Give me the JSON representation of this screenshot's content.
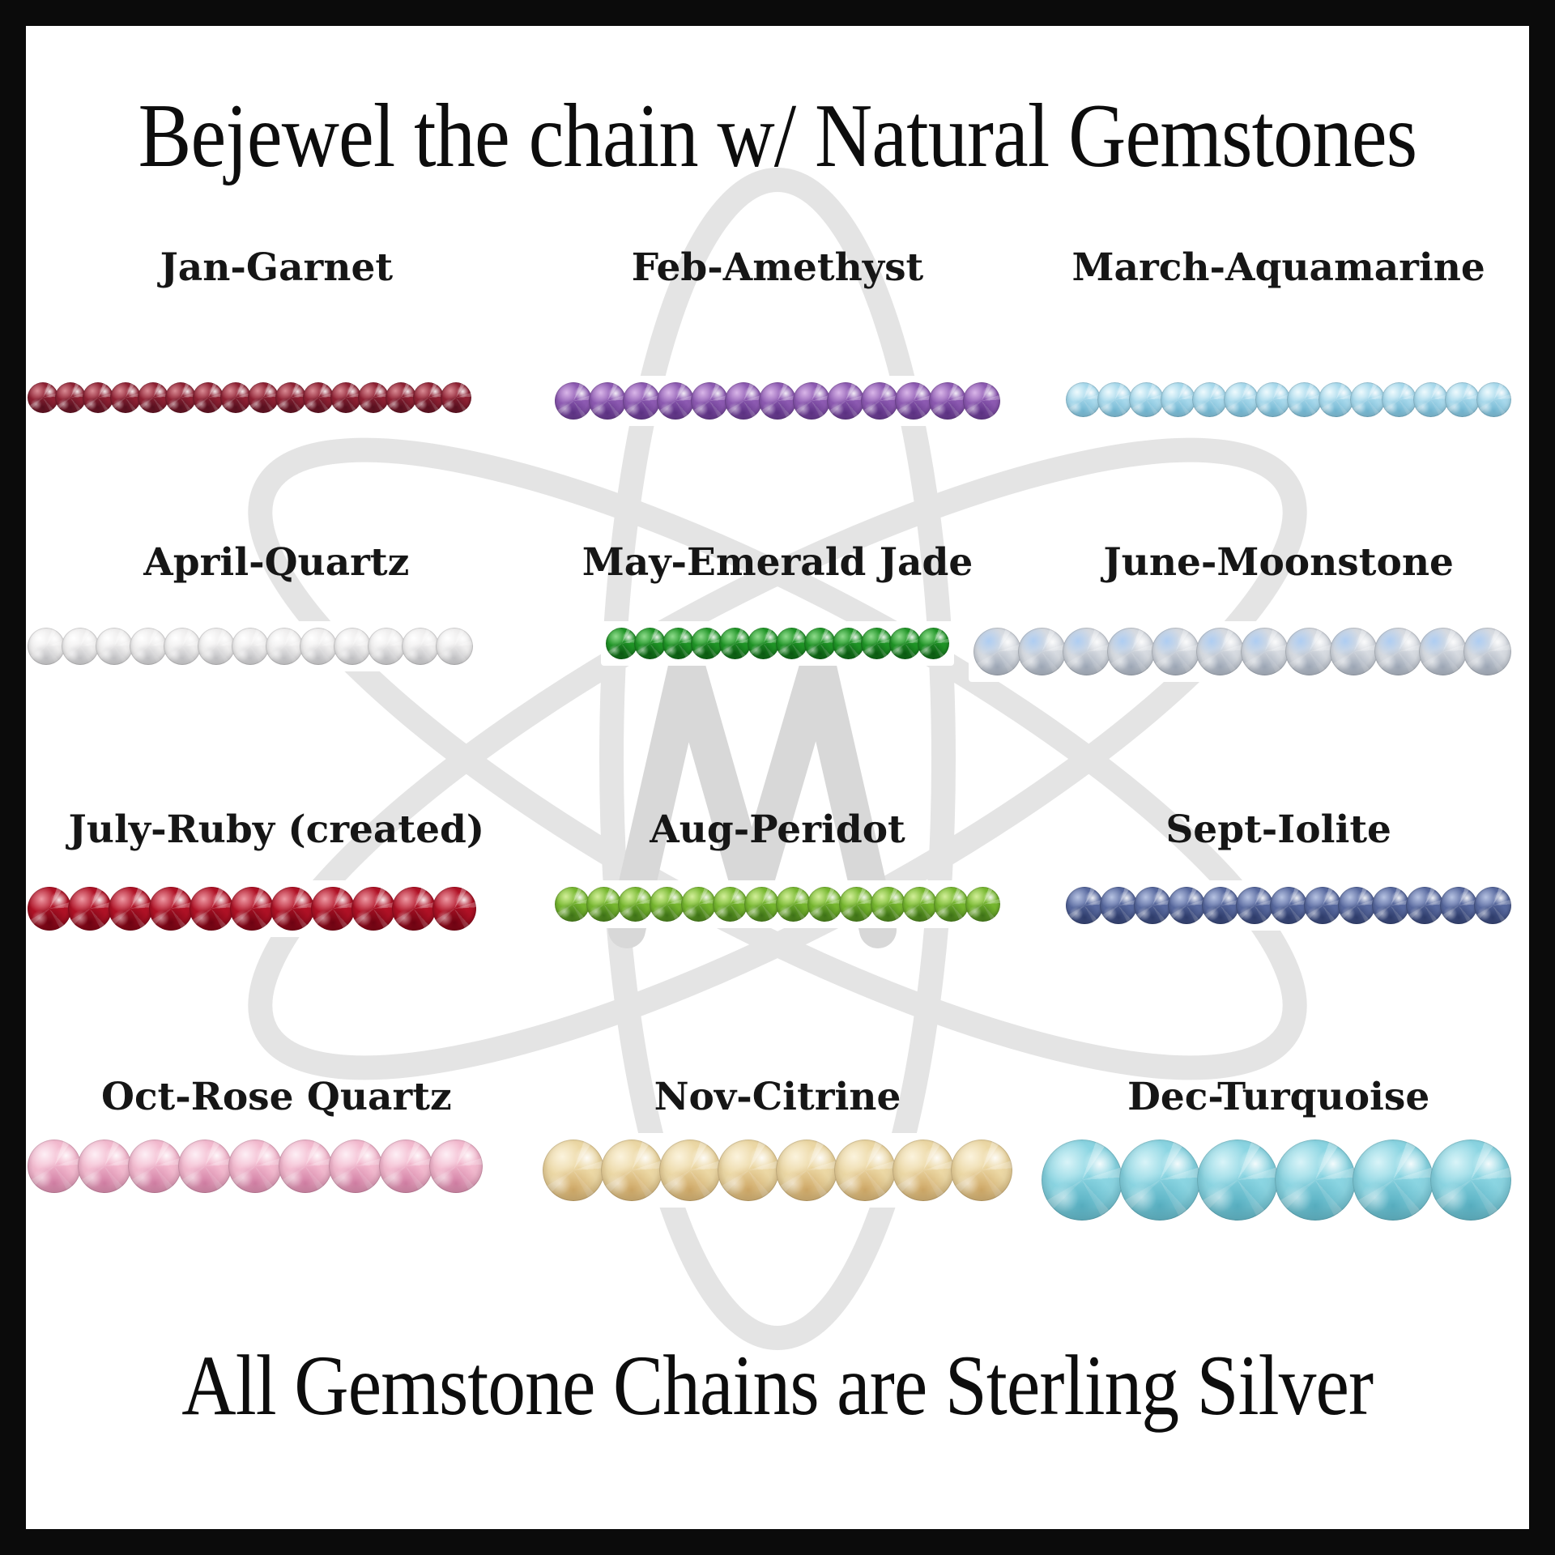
{
  "title": "Bejewel the chain w/ Natural Gemstones",
  "footer": "All Gemstone Chains are Sterling Silver",
  "watermark": {
    "letter": "M",
    "orbit_color": "#e4e4e4",
    "letter_color": "#d8d8d8"
  },
  "colors": {
    "background": "#ffffff",
    "border": "#0b0b0b",
    "text": "#0d0d0d"
  },
  "gemstones": [
    {
      "label": "Jan-Garnet",
      "bead_count": 16,
      "bead_size": 38,
      "base": "#8e2133",
      "dark": "#56101f",
      "light": "#d98b94"
    },
    {
      "label": "Feb-Amethyst",
      "bead_count": 13,
      "bead_size": 46,
      "base": "#8d5ab2",
      "dark": "#5c3184",
      "light": "#d9b6e8"
    },
    {
      "label": "March-Aquamarine",
      "bead_count": 14,
      "bead_size": 43,
      "base": "#a8d9ec",
      "dark": "#73b7d2",
      "light": "#eefafd"
    },
    {
      "label": "April-Quartz",
      "bead_count": 13,
      "bead_size": 46,
      "base": "#efeeee",
      "dark": "#c3c3c6",
      "light": "#ffffff"
    },
    {
      "label": "May-Emerald Jade",
      "bead_count": 12,
      "bead_size": 39,
      "base": "#1f9426",
      "dark": "#0b5a12",
      "light": "#90dc8d"
    },
    {
      "label": "June-Moonstone",
      "bead_count": 12,
      "bead_size": 59,
      "base": "#d7dbe1",
      "dark": "#9fa9b8",
      "light": "#aecdf2"
    },
    {
      "label": "July-Ruby (created)",
      "bead_count": 11,
      "bead_size": 54,
      "base": "#b01226",
      "dark": "#6f0312",
      "light": "#ee9aa4"
    },
    {
      "label": "Aug-Peridot",
      "bead_count": 14,
      "bead_size": 43,
      "base": "#76b72f",
      "dark": "#3f7418",
      "light": "#d3ef9a"
    },
    {
      "label": "Sept-Iolite",
      "bead_count": 13,
      "bead_size": 46,
      "base": "#58699f",
      "dark": "#2e3c6b",
      "light": "#b7c3e2"
    },
    {
      "label": "Oct-Rose Quartz",
      "bead_count": 9,
      "bead_size": 66,
      "base": "#f3bacf",
      "dark": "#d27fa4",
      "light": "#fdeff5"
    },
    {
      "label": "Nov-Citrine",
      "bead_count": 8,
      "bead_size": 76,
      "base": "#ecd8a5",
      "dark": "#cfa866",
      "light": "#fbf3dd"
    },
    {
      "label": "Dec-Turquoise",
      "bead_count": 6,
      "bead_size": 100,
      "base": "#8bd5e2",
      "dark": "#58b0c2",
      "light": "#d9f4f8"
    }
  ]
}
